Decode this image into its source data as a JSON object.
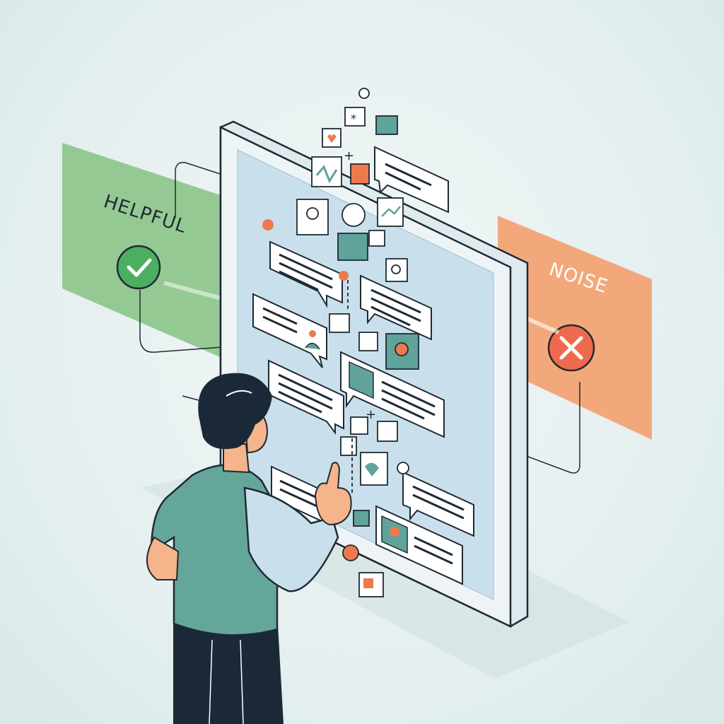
{
  "helpful_panel": {
    "label": "HELPFUL",
    "color": "#86c283",
    "badge_color": "#4cae60",
    "badge_icon": "checkmark-icon"
  },
  "noise_panel": {
    "label": "NOISE",
    "color": "#f4a06f",
    "badge_color": "#ef6a4c",
    "badge_icon": "x-mark-icon"
  },
  "palette": {
    "stroke": "#1f2a33",
    "teal": "#5fa39a",
    "orange": "#ec7a4d",
    "screen_fill": "#c9dfec",
    "shirt": "#64a79a",
    "hair": "#1b2838",
    "skin": "#f5b48a"
  },
  "feed_items": [
    {
      "type": "text-card"
    },
    {
      "type": "text-card-avatar"
    },
    {
      "type": "image-card"
    },
    {
      "type": "text-card"
    },
    {
      "type": "photo-card"
    }
  ]
}
